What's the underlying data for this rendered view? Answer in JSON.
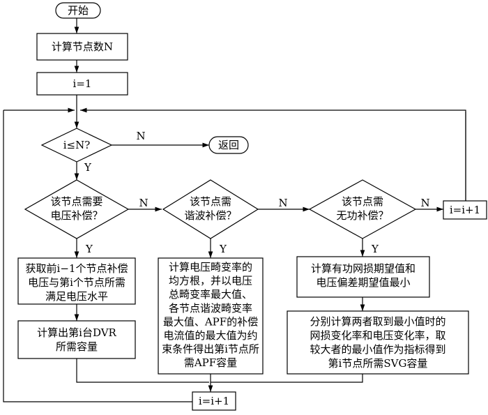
{
  "flowchart": {
    "start": "开始",
    "compute_n": "计算节点数N",
    "init_i": "i=1",
    "check_i": "i≤N?",
    "return": "返回",
    "yes": "Y",
    "no": "N",
    "q_voltage": [
      "该节点需要",
      "电压补偿？"
    ],
    "q_harmonic": [
      "该节点需",
      "谐波补偿？"
    ],
    "q_reactive": [
      "该节点需",
      "无功补偿？"
    ],
    "inc_right": "i=i+1",
    "dvr_step1": [
      "获取前i−1个节点补偿",
      "电压与第i个节点所需",
      "满足电压水平"
    ],
    "dvr_step2": [
      "计算出第i台DVR",
      "所需容量"
    ],
    "apf_step": [
      "计算电压畸变率的",
      "均方根，并以电压",
      "总畸变率最大值、",
      "各节点谐波畸变率",
      "最大值、APF的补偿",
      "电流值的最大值为约",
      "束条件得出第i节点所",
      "需APF容量"
    ],
    "svg_step1": [
      "计算有功网损期望值和",
      "电压偏差期望值最小"
    ],
    "svg_step2": [
      "分别计算两者取到最小值时的",
      "网损变化率和电压变化率，取",
      "较大者的最小值作为指标得到",
      "第i节点所需SVG容量"
    ],
    "inc_bottom": "i=i+1"
  }
}
